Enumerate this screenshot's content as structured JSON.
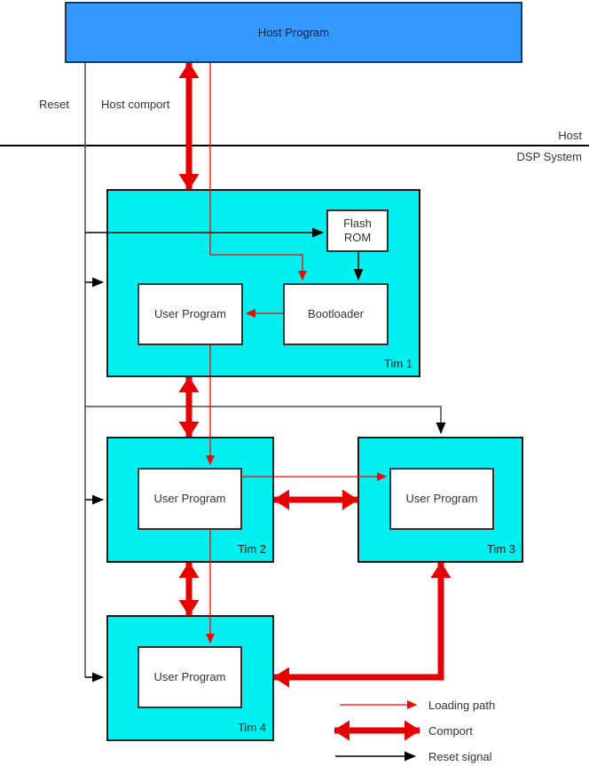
{
  "host": {
    "label": "Host Program"
  },
  "boundary": {
    "above_line": "Host",
    "below_line": "DSP System"
  },
  "wire_labels": {
    "reset": "Reset",
    "host_comport": "Host comport"
  },
  "tims": [
    {
      "name": "Tim 1"
    },
    {
      "name": "Tim 2"
    },
    {
      "name": "Tim 3"
    },
    {
      "name": "Tim 4"
    }
  ],
  "blocks": {
    "flash_rom": "Flash ROM",
    "bootloader": "Bootloader",
    "user_program_tim1": "User Program",
    "user_program_tim2": "User Program",
    "user_program_tim3": "User Program",
    "user_program_tim4": "User Program"
  },
  "legend": {
    "items": [
      {
        "type": "thin-red-arrow",
        "label": "Loading path"
      },
      {
        "type": "thick-red-double-arrow",
        "label": "Comport"
      },
      {
        "type": "black-arrow",
        "label": "Reset signal"
      }
    ]
  },
  "colors": {
    "host_fill": "#3399ff",
    "tim_fill": "#00f0f0",
    "loading_path": "#ff0000",
    "comport": "#e60000",
    "reset_line": "#4a4a4a",
    "reset_arrow": "#000000"
  }
}
